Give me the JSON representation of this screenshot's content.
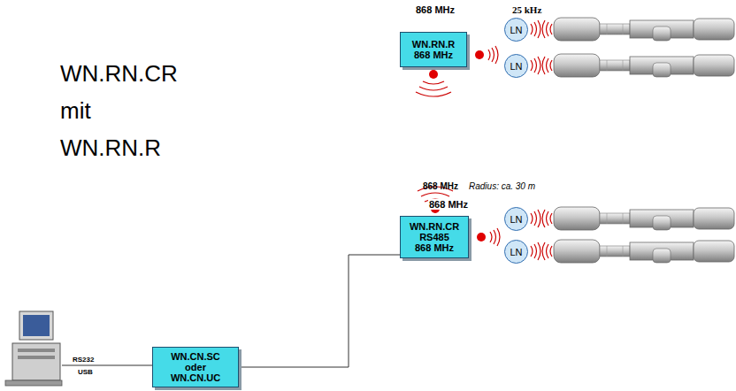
{
  "diagram": {
    "title": "WN.RN.CR mit WN.RN.R",
    "nodes": [
      {
        "text": [
          "WN.RN.R",
          "868 MHz"
        ]
      },
      {
        "text": [
          "LN"
        ]
      },
      {
        "text": [
          "LN"
        ]
      },
      {
        "text": [
          "WN.RN.CR",
          "RS485",
          "868 MHz"
        ]
      },
      {
        "text": [
          "LN"
        ]
      },
      {
        "text": [
          "LN"
        ]
      },
      {
        "text": [
          "WN.CN.SC oder WN.CN.UC"
        ]
      }
    ],
    "edges": [
      {
        "from": 6,
        "to": 3,
        "arrow": "none"
      }
    ],
    "labels": [
      "868 MHz",
      "25 kHz",
      "868 MHz",
      "Radius: ca. 30 m",
      "868 MHz",
      "RS232",
      "USB"
    ]
  }
}
